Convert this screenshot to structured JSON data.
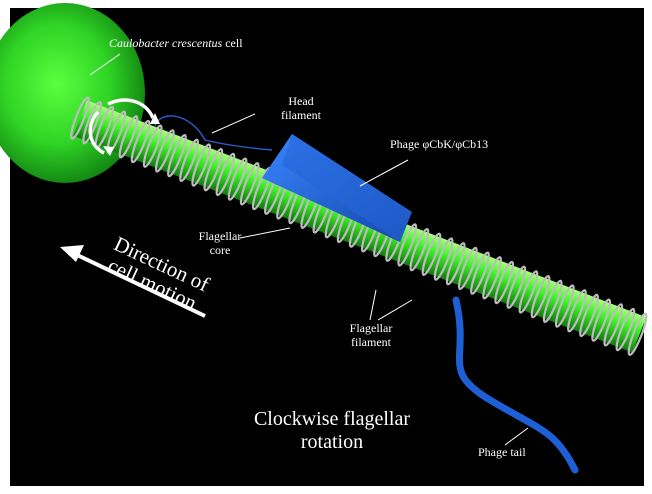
{
  "labels": {
    "cell_name": "Caulobacter crescentus",
    "cell_suffix": "cell",
    "head_filament_1": "Head",
    "head_filament_2": "filament",
    "phage": "Phage φCbK/φCb13",
    "flagellar_core_1": "Flagellar",
    "flagellar_core_2": "core",
    "flagellar_filament_1": "Flagellar",
    "flagellar_filament_2": "filament",
    "direction_1": "Direction of",
    "direction_2": "cell motion",
    "rotation_1": "Clockwise flagellar",
    "rotation_2": "rotation",
    "phage_tail": "Phage tail"
  },
  "colors": {
    "background": "#000000",
    "cell": "#33d62a",
    "filament": "#2ee820",
    "phage": "#1f5fd6",
    "coil": "#b9b9b9",
    "text": "#ffffff"
  }
}
